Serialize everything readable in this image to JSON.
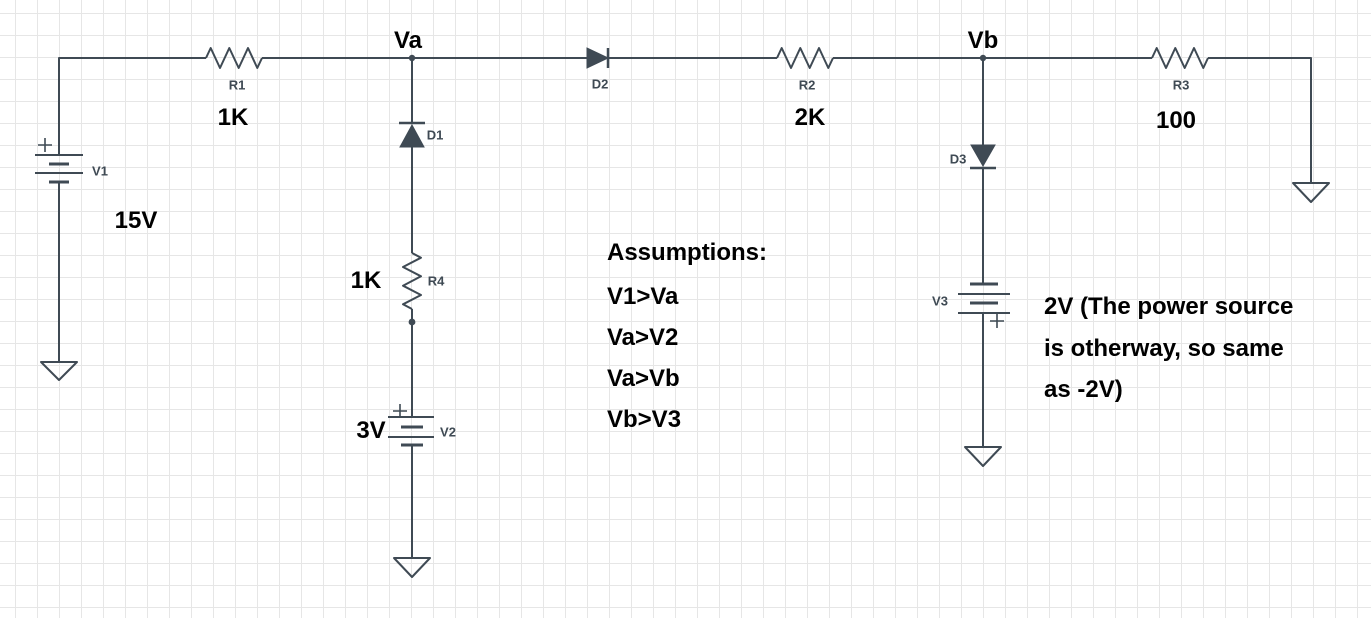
{
  "canvas": {
    "background_color": "#ffffff",
    "grid_color": "#e6e6e6",
    "stroke_color": "#3f4a54",
    "text_color": "#000000"
  },
  "nodes": {
    "va_label": "Va",
    "vb_label": "Vb"
  },
  "components": {
    "v1": {
      "ref": "V1",
      "value": "15V",
      "polarity": "+"
    },
    "r1": {
      "ref": "R1",
      "value": "1K"
    },
    "d1": {
      "ref": "D1"
    },
    "r4": {
      "ref": "R4",
      "value": "1K"
    },
    "v2": {
      "ref": "V2",
      "value": "3V",
      "polarity": "+"
    },
    "d2": {
      "ref": "D2"
    },
    "r2": {
      "ref": "R2",
      "value": "2K"
    },
    "d3": {
      "ref": "D3"
    },
    "v3": {
      "ref": "V3",
      "polarity": "+"
    },
    "r3": {
      "ref": "R3",
      "value": "100"
    }
  },
  "annotations": {
    "assumptions_title": "Assumptions:",
    "assumptions": [
      "V1>Va",
      "Va>V2",
      "Va>Vb",
      "Vb>V3"
    ],
    "v3_note": [
      "2V (The power source",
      "is otherway, so same",
      "as -2V)"
    ]
  }
}
